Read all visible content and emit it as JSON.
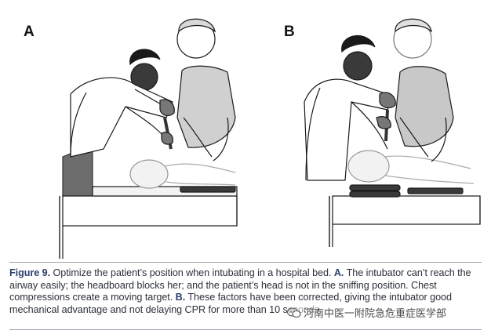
{
  "panels": {
    "a_label": "A",
    "b_label": "B"
  },
  "caption": {
    "figure_label": "Figure 9.",
    "intro": "Optimize the patient’s position when intubating in a hospital bed.",
    "a_label": "A.",
    "a_text": "The intubator can’t reach the airway easily; the headboard blocks her; and the patient’s head is not in the sniffing position. Chest compressions create a moving target.",
    "b_label": "B.",
    "b_text": "These factors have been corrected, giving the intubator good mechanical advantage and not delaying CPR for more than 10 seconds."
  },
  "watermark": {
    "text": "河南中医一附院急危重症医学部",
    "icon": "wechat-icon"
  }
}
